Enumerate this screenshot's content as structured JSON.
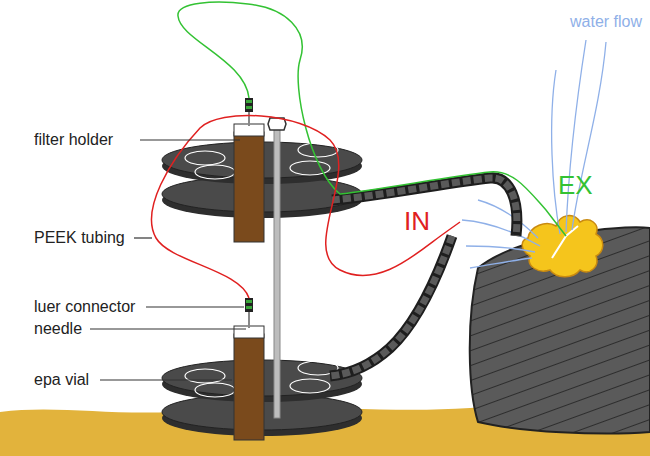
{
  "diagram": {
    "labels": [
      "water flow",
      "filter holder",
      "EX",
      "PEEK tubing",
      "IN",
      "luer connector",
      "needle",
      "epa vial"
    ]
  }
}
